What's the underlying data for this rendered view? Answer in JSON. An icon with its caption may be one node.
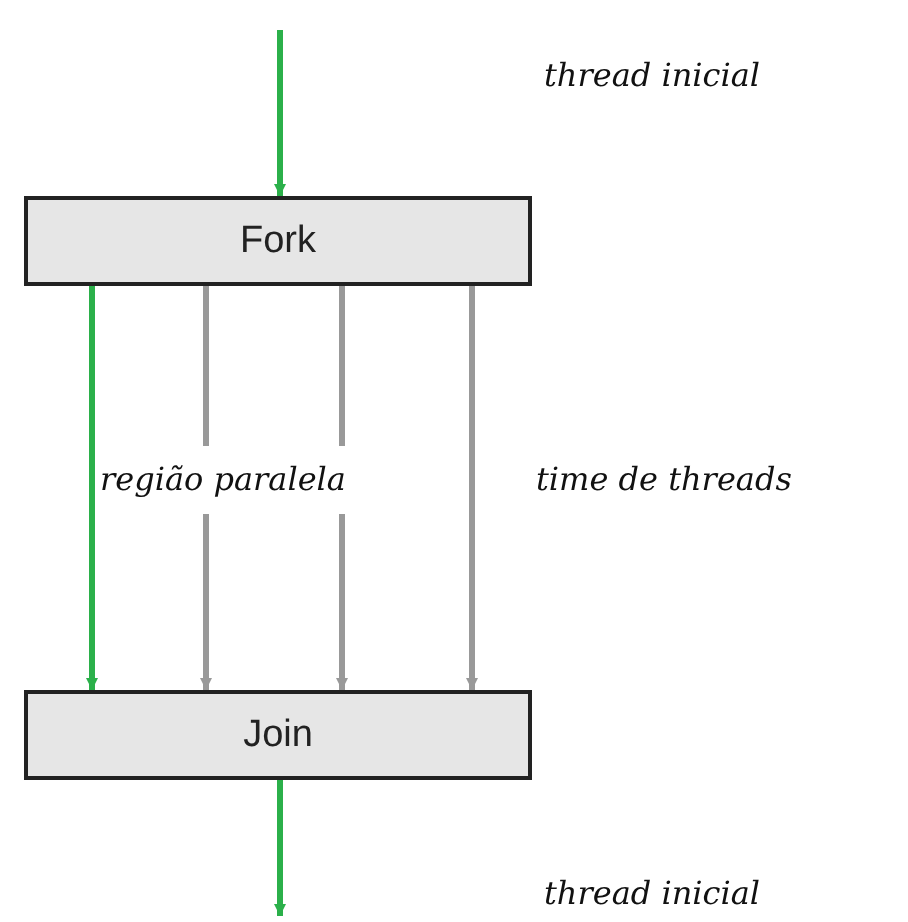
{
  "diagram": {
    "nodes": [
      {
        "text": [
          "Fork"
        ]
      },
      {
        "text": [
          "Join"
        ]
      }
    ],
    "edges": [
      {
        "from": null,
        "to": 0,
        "arrow": "to",
        "color": "#2bb04a"
      },
      {
        "from": 0,
        "to": 1,
        "arrow": "to",
        "color": "#2bb04a"
      },
      {
        "from": 0,
        "to": 1,
        "arrow": "to",
        "color": "#999999"
      },
      {
        "from": 0,
        "to": 1,
        "arrow": "to",
        "color": "#999999"
      },
      {
        "from": 0,
        "to": 1,
        "arrow": "to",
        "color": "#999999"
      },
      {
        "from": 1,
        "to": null,
        "arrow": "to",
        "color": "#2bb04a"
      }
    ],
    "labels": [
      "thread inicial",
      "região paralela",
      "time de threads",
      "thread inicial"
    ]
  }
}
